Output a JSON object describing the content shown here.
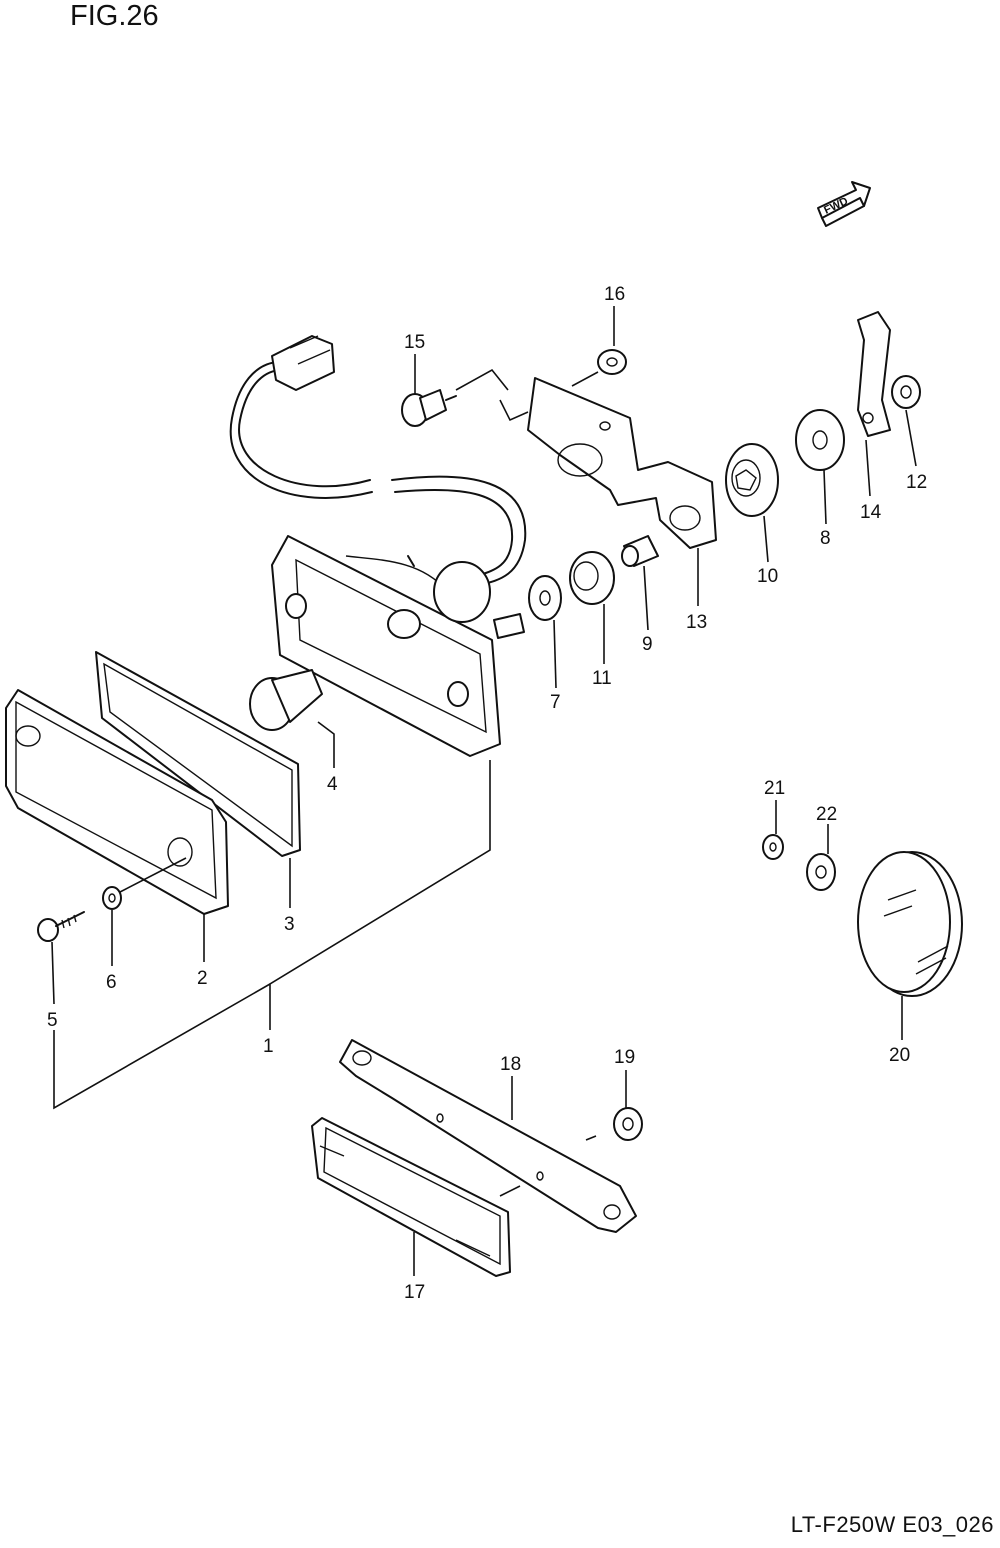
{
  "figure": {
    "title": "FIG.26",
    "code": "LT-F250W E03_026",
    "fwd_label": "FWD"
  },
  "callouts": {
    "c1": "1",
    "c2": "2",
    "c3": "3",
    "c4": "4",
    "c5": "5",
    "c6": "6",
    "c7": "7",
    "c8": "8",
    "c9": "9",
    "c10": "10",
    "c11": "11",
    "c12": "12",
    "c13": "13",
    "c14": "14",
    "c15": "15",
    "c16": "16",
    "c17": "17",
    "c18": "18",
    "c19": "19",
    "c20": "20",
    "c21": "21",
    "c22": "22"
  },
  "icons": {
    "fwd": "fwd-arrow-icon"
  }
}
